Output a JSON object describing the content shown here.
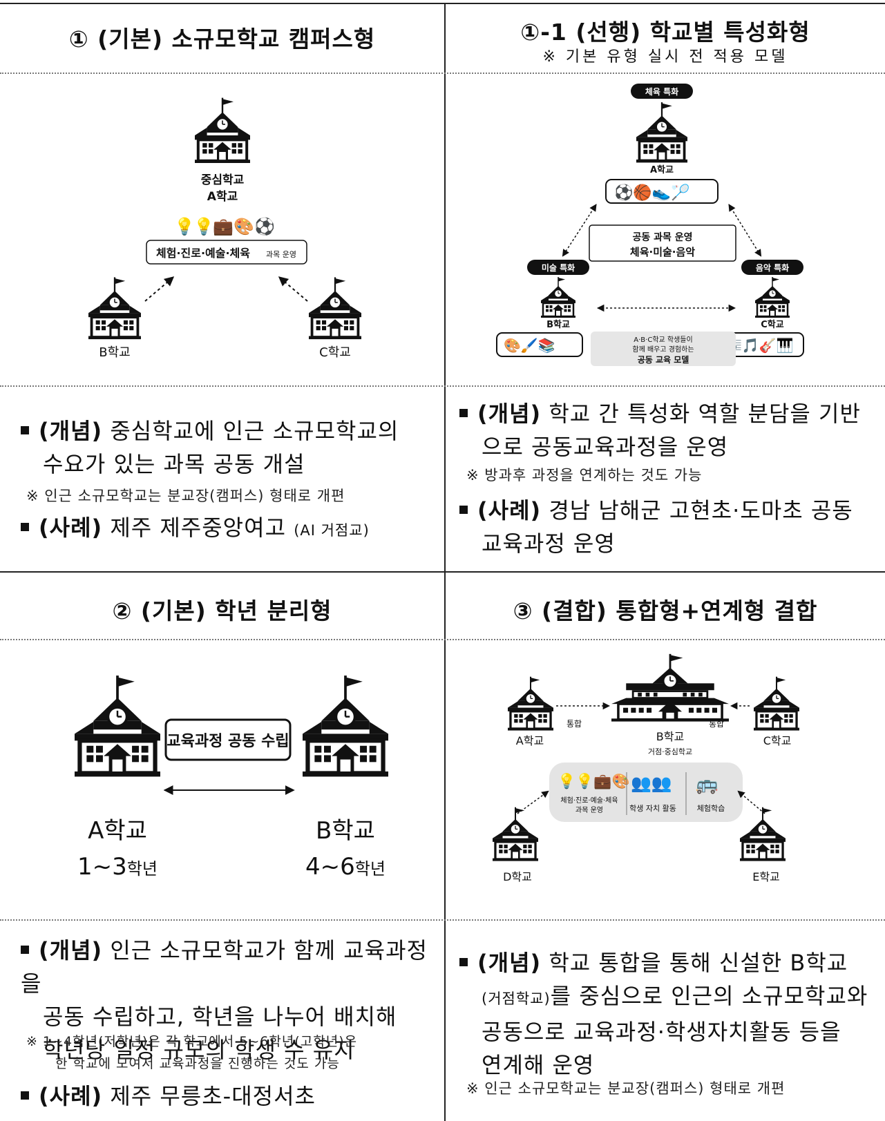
{
  "q1": {
    "title": "① (기본) 소규모학교 캠퍼스형",
    "diagram": {
      "center_label_1": "중심학교",
      "center_label_2": "A학교",
      "subjects_box": "체험·진로·예술·체육",
      "subjects_suffix": "과목 운영",
      "left_school": "B학교",
      "right_school": "C학교"
    },
    "concept_tag": "(개념)",
    "concept_line1": "중심학교에 인근 소규모학교의",
    "concept_line2": "수요가 있는 과목 공동 개설",
    "note": "※ 인근 소규모학교는 분교장(캠퍼스) 형태로 개편",
    "case_tag": "(사례)",
    "case_text": "제주 제주중앙여고",
    "case_small": "(AI 거점교)"
  },
  "q1b": {
    "title": "①-1 (선행) 학교별 특성화형",
    "subtitle": "※ 기본 유형 실시 전 적용 모델",
    "diagram": {
      "top_badge": "체육 특화",
      "top_school": "A학교",
      "center_box_1": "공동 과목 운영",
      "center_box_2": "체육·미술·음악",
      "left_badge": "미술 특화",
      "left_school": "B학교",
      "right_badge": "음악 특화",
      "right_school": "C학교",
      "caption_1": "A·B·C학교 학생들이",
      "caption_2": "함께 배우고 경험하는",
      "caption_3": "공동 교육 모델"
    },
    "concept_tag": "(개념)",
    "concept_line1": "학교 간 특성화 역할 분담을 기반",
    "concept_line2": "으로 공동교육과정을 운영",
    "note": "※ 방과후 과정을 연계하는 것도 가능",
    "case_tag": "(사례)",
    "case_line1": "경남 남해군 고현초·도마초 공동",
    "case_line2": "교육과정 운영"
  },
  "q2": {
    "title": "② (기본) 학년 분리형",
    "diagram": {
      "center_box": "교육과정 공동 수립",
      "left_school": "A학교",
      "left_grade_num": "1~3",
      "left_grade_unit": "학년",
      "right_school": "B학교",
      "right_grade_num": "4~6",
      "right_grade_unit": "학년"
    },
    "concept_tag": "(개념)",
    "concept_line1": "인근 소규모학교가 함께 교육과정을",
    "concept_line2": "공동 수립하고, 학년을 나누어 배치해",
    "concept_line3": "학년당 일정 규모의 학생 수 유지",
    "note_line1": "※ 1~4학년(저학년)은 각 학교에서 5~6학년(고학년)은",
    "note_line2": "한 학교에 모여서 교육과정을 진행하는 것도 가능",
    "case_tag": "(사례)",
    "case_text": "제주 무릉초-대정서초"
  },
  "q3": {
    "title": "③ (결합) 통합형+연계형 결합",
    "diagram": {
      "school_a": "A학교",
      "school_c": "C학교",
      "school_b": "B학교",
      "school_b_sub": "거점·중심학교",
      "merge_left": "통합",
      "merge_right": "통합",
      "act1_line1": "체험·진로·예술·체육",
      "act1_line2": "과목 운영",
      "act2": "학생 자치 활동",
      "act3": "체험학습",
      "school_d": "D학교",
      "school_e": "E학교"
    },
    "concept_tag": "(개념)",
    "concept_line1": "학교 통합을 통해 신설한 B학교",
    "concept_small": "(거점학교)",
    "concept_line2": "를 중심으로 인근의 소규모학교와",
    "concept_line3": "공동으로 교육과정·학생자치활동 등을",
    "concept_line4": "연계해 운영",
    "note": "※ 인근 소규모학교는 분교장(캠퍼스) 형태로 개편"
  }
}
